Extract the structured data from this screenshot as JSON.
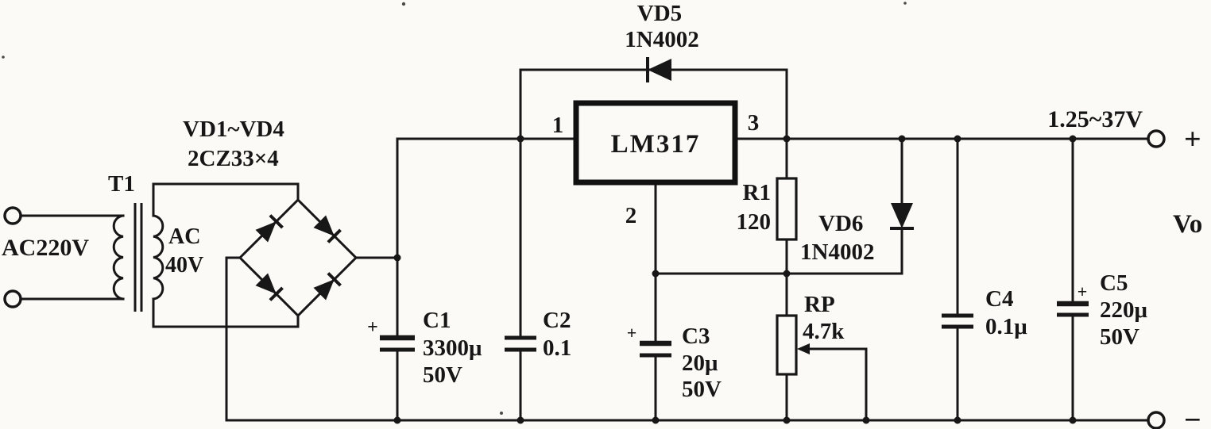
{
  "source": {
    "label": "AC220V"
  },
  "transformer": {
    "name": "T1",
    "sec1": "AC",
    "sec2": "40V"
  },
  "bridge": {
    "line1": "VD1~VD4",
    "line2": "2CZ33×4"
  },
  "top_diode": {
    "name": "VD5",
    "part": "1N4002"
  },
  "regulator": {
    "name": "LM317",
    "pin_in": "1",
    "pin_adj": "2",
    "pin_out": "3"
  },
  "c1": {
    "name": "C1",
    "value": "3300μ",
    "voltage": "50V",
    "polarity": "+"
  },
  "c2": {
    "name": "C2",
    "value": "0.1"
  },
  "c3": {
    "name": "C3",
    "value": "20μ",
    "voltage": "50V",
    "polarity": "+"
  },
  "r1": {
    "name": "R1",
    "value": "120"
  },
  "vd6": {
    "name": "VD6",
    "part": "1N4002"
  },
  "rp": {
    "name": "RP",
    "value": "4.7k"
  },
  "c4": {
    "name": "C4",
    "value": "0.1μ"
  },
  "c5": {
    "name": "C5",
    "value": "220μ",
    "voltage": "50V",
    "polarity": "+"
  },
  "output": {
    "range": "1.25~37V",
    "plus": "+",
    "minus": "−",
    "symbol": "Vo"
  }
}
